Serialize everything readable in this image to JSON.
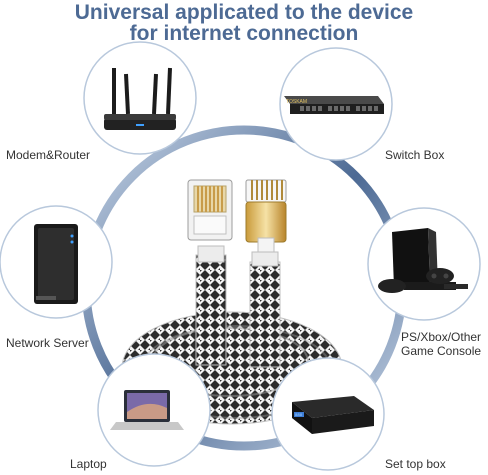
{
  "title": {
    "line1": "Universal applicated to the device",
    "line2": "for internet connection"
  },
  "devices": [
    {
      "label": "Modem&Router",
      "icon": "router-icon"
    },
    {
      "label": "Switch Box",
      "icon": "switch-icon"
    },
    {
      "label": "Network Server",
      "icon": "nas-server-icon"
    },
    {
      "label_line1": "PS/Xbox/Other",
      "label_line2": "Game Console",
      "icon": "game-console-icon"
    },
    {
      "label": "Laptop",
      "icon": "laptop-icon"
    },
    {
      "label": "Set top box",
      "icon": "set-top-box-icon"
    }
  ],
  "switch_brand": "TOSKAM",
  "colors": {
    "accent": "#4d6a94",
    "ring": "#5a79a6",
    "ring_light": "#b8c8dc",
    "label": "#333333"
  }
}
